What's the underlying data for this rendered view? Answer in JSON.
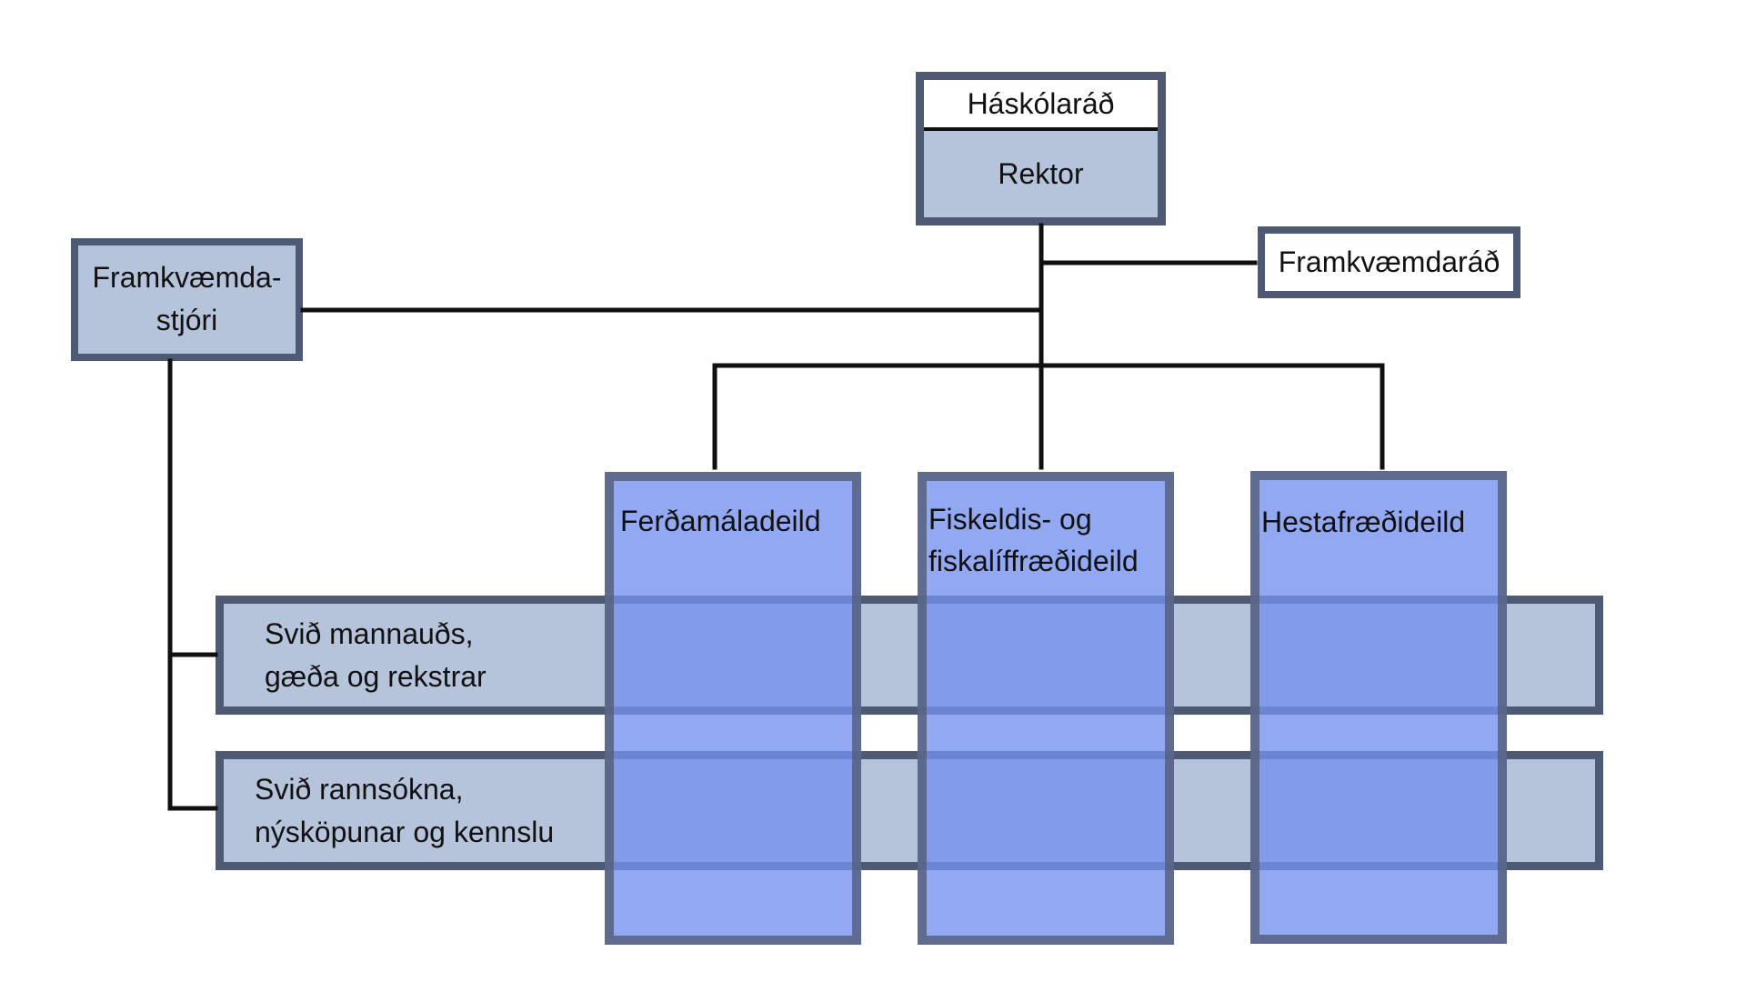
{
  "nodes": {
    "board": "Háskólaráð",
    "rector": "Rektor",
    "executive_council": "Framkvæmdaráð",
    "managing_director_line1": "Framkvæmda-",
    "managing_director_line2": "stjóri",
    "dept_tourism": "Ferðamáladeild",
    "dept_fish_line1": "Fiskeldis- og",
    "dept_fish_line2": "fiskalíffræðideild",
    "dept_horse": "Hestafræðideild",
    "division_hr_line1": "Svið mannauðs,",
    "division_hr_line2": "gæða og rekstrar",
    "division_research_line1": "Svið rannsókna,",
    "division_research_line2": "nýsköpunar og kennslu"
  },
  "colors": {
    "box_fill": "#b5c3db",
    "box_border": "#4e5a74",
    "dept_fill": "#7490f0",
    "line": "#101010"
  }
}
